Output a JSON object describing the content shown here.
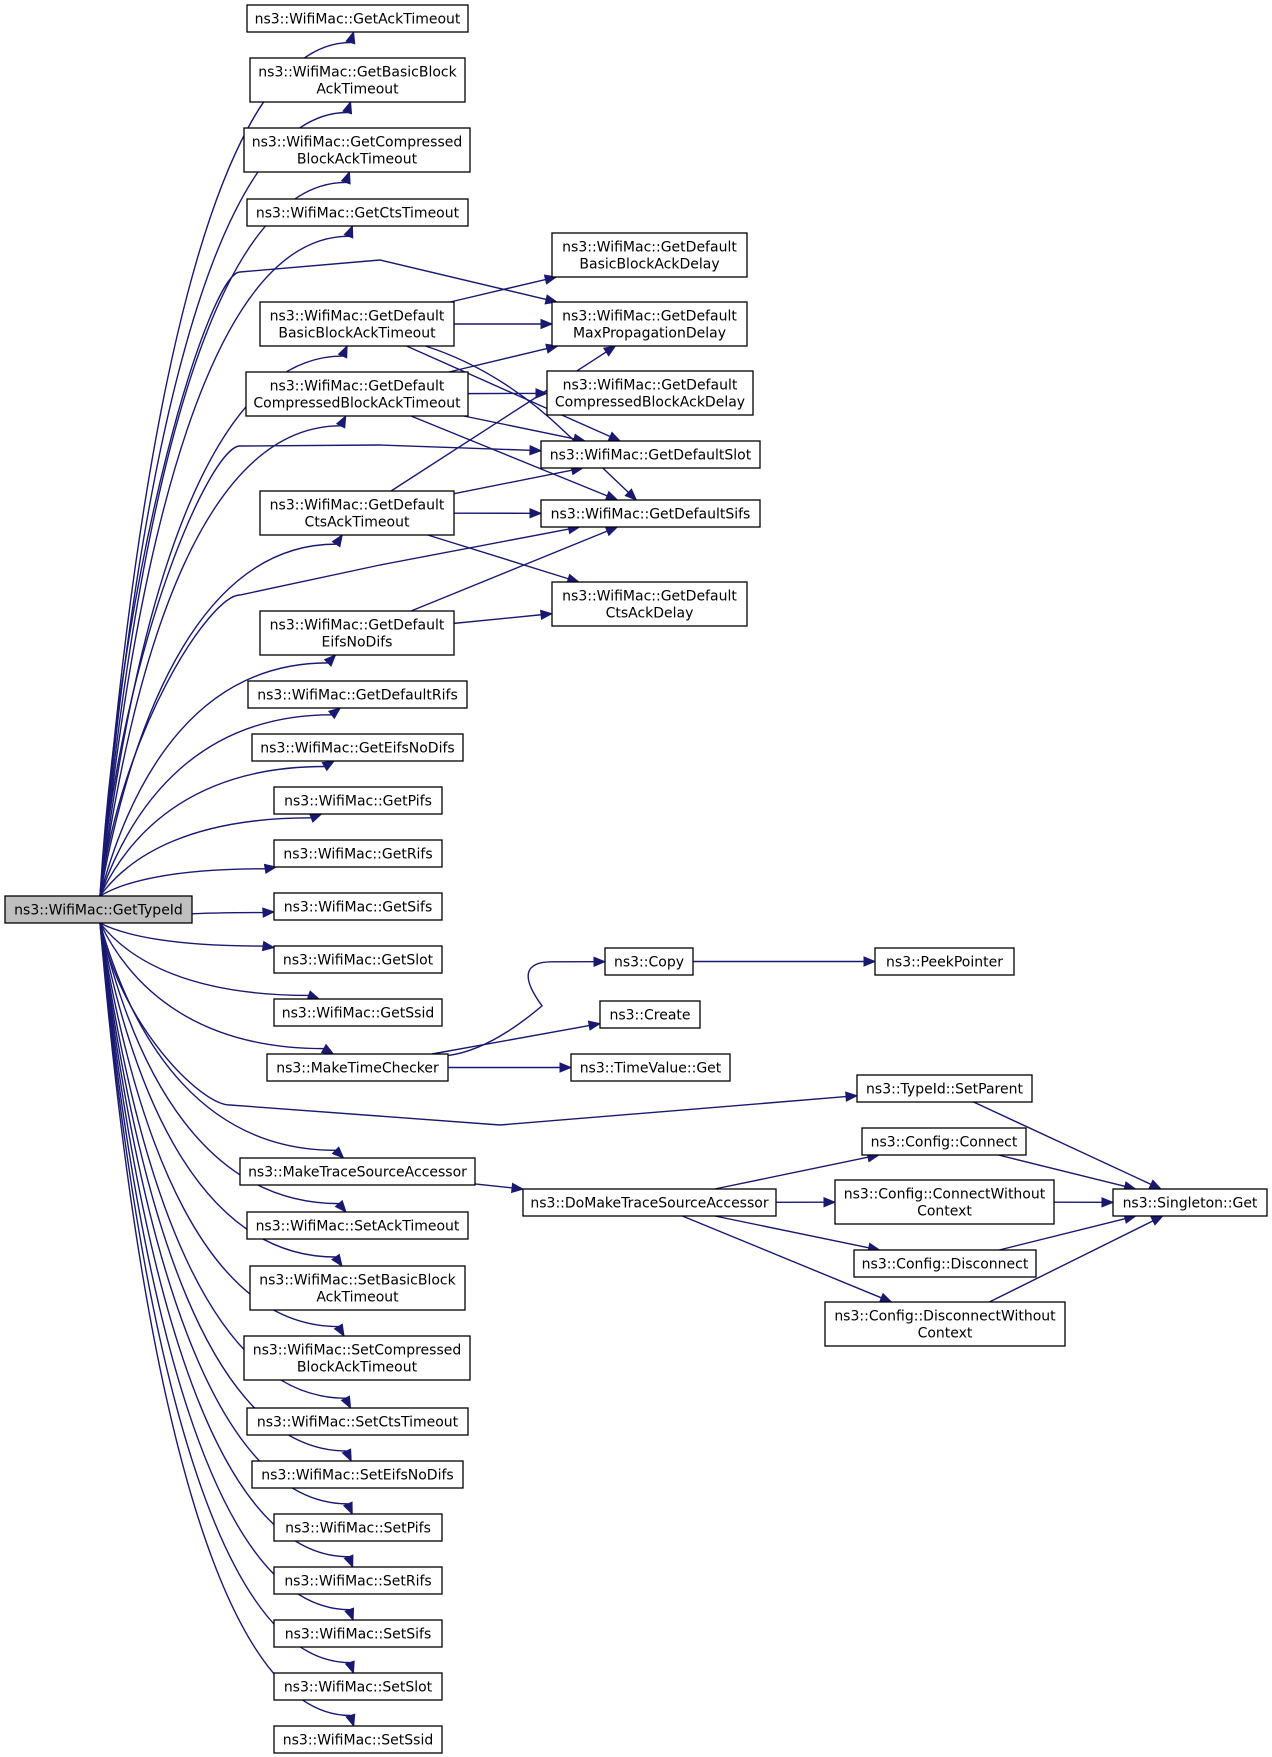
{
  "title": "",
  "nodes": [
    {
      "id": "root",
      "lines": [
        "ns3::WifiMac::GetTypeId"
      ],
      "root": true
    },
    {
      "id": "getAckTimeout",
      "lines": [
        "ns3::WifiMac::GetAckTimeout"
      ]
    },
    {
      "id": "getBasicBlockAckTimeout",
      "lines": [
        "ns3::WifiMac::GetBasicBlock",
        "AckTimeout"
      ]
    },
    {
      "id": "getCompressedBlockAckTimeout",
      "lines": [
        "ns3::WifiMac::GetCompressed",
        "BlockAckTimeout"
      ]
    },
    {
      "id": "getCtsTimeout",
      "lines": [
        "ns3::WifiMac::GetCtsTimeout"
      ]
    },
    {
      "id": "getDefBasicBlockAckTimeout",
      "lines": [
        "ns3::WifiMac::GetDefault",
        "BasicBlockAckTimeout"
      ]
    },
    {
      "id": "getDefCompressedBlockAckTimeout",
      "lines": [
        "ns3::WifiMac::GetDefault",
        "CompressedBlockAckTimeout"
      ]
    },
    {
      "id": "getDefCtsAckTimeout",
      "lines": [
        "ns3::WifiMac::GetDefault",
        "CtsAckTimeout"
      ]
    },
    {
      "id": "getDefEifsNoDifs",
      "lines": [
        "ns3::WifiMac::GetDefault",
        "EifsNoDifs"
      ]
    },
    {
      "id": "getDefBasicBlockAckDelay",
      "lines": [
        "ns3::WifiMac::GetDefault",
        "BasicBlockAckDelay"
      ]
    },
    {
      "id": "getDefMaxPropagationDelay",
      "lines": [
        "ns3::WifiMac::GetDefault",
        "MaxPropagationDelay"
      ]
    },
    {
      "id": "getDefCompressedBlockAckDelay",
      "lines": [
        "ns3::WifiMac::GetDefault",
        "CompressedBlockAckDelay"
      ]
    },
    {
      "id": "getDefSlot",
      "lines": [
        "ns3::WifiMac::GetDefaultSlot"
      ]
    },
    {
      "id": "getDefSifs",
      "lines": [
        "ns3::WifiMac::GetDefaultSifs"
      ]
    },
    {
      "id": "getDefCtsAckDelay",
      "lines": [
        "ns3::WifiMac::GetDefault",
        "CtsAckDelay"
      ]
    },
    {
      "id": "getDefRifs",
      "lines": [
        "ns3::WifiMac::GetDefaultRifs"
      ]
    },
    {
      "id": "getEifsNoDifs",
      "lines": [
        "ns3::WifiMac::GetEifsNoDifs"
      ]
    },
    {
      "id": "getPifs",
      "lines": [
        "ns3::WifiMac::GetPifs"
      ]
    },
    {
      "id": "getRifs",
      "lines": [
        "ns3::WifiMac::GetRifs"
      ]
    },
    {
      "id": "getSifs",
      "lines": [
        "ns3::WifiMac::GetSifs"
      ]
    },
    {
      "id": "getSlot",
      "lines": [
        "ns3::WifiMac::GetSlot"
      ]
    },
    {
      "id": "getSsid",
      "lines": [
        "ns3::WifiMac::GetSsid"
      ]
    },
    {
      "id": "makeTimeChecker",
      "lines": [
        "ns3::MakeTimeChecker"
      ]
    },
    {
      "id": "copy",
      "lines": [
        "ns3::Copy"
      ]
    },
    {
      "id": "peekPointer",
      "lines": [
        "ns3::PeekPointer"
      ]
    },
    {
      "id": "create",
      "lines": [
        "ns3::Create"
      ]
    },
    {
      "id": "timeValueGet",
      "lines": [
        "ns3::TimeValue::Get"
      ]
    },
    {
      "id": "typeIdSetParent",
      "lines": [
        "ns3::TypeId::SetParent"
      ]
    },
    {
      "id": "makeTraceSourceAccessor",
      "lines": [
        "ns3::MakeTraceSourceAccessor"
      ]
    },
    {
      "id": "doMakeTraceSourceAccessor",
      "lines": [
        "ns3::DoMakeTraceSourceAccessor"
      ]
    },
    {
      "id": "configConnect",
      "lines": [
        "ns3::Config::Connect"
      ]
    },
    {
      "id": "configConnectWithoutContext",
      "lines": [
        "ns3::Config::ConnectWithout",
        "Context"
      ]
    },
    {
      "id": "configDisconnect",
      "lines": [
        "ns3::Config::Disconnect"
      ]
    },
    {
      "id": "configDisconnectWithoutContext",
      "lines": [
        "ns3::Config::DisconnectWithout",
        "Context"
      ]
    },
    {
      "id": "singletonGet",
      "lines": [
        "ns3::Singleton::Get"
      ]
    },
    {
      "id": "setAckTimeout",
      "lines": [
        "ns3::WifiMac::SetAckTimeout"
      ]
    },
    {
      "id": "setBasicBlockAckTimeout",
      "lines": [
        "ns3::WifiMac::SetBasicBlock",
        "AckTimeout"
      ]
    },
    {
      "id": "setCompressedBlockAckTimeout",
      "lines": [
        "ns3::WifiMac::SetCompressed",
        "BlockAckTimeout"
      ]
    },
    {
      "id": "setCtsTimeout",
      "lines": [
        "ns3::WifiMac::SetCtsTimeout"
      ]
    },
    {
      "id": "setEifsNoDifs",
      "lines": [
        "ns3::WifiMac::SetEifsNoDifs"
      ]
    },
    {
      "id": "setPifs",
      "lines": [
        "ns3::WifiMac::SetPifs"
      ]
    },
    {
      "id": "setRifs",
      "lines": [
        "ns3::WifiMac::SetRifs"
      ]
    },
    {
      "id": "setSifs",
      "lines": [
        "ns3::WifiMac::SetSifs"
      ]
    },
    {
      "id": "setSlot",
      "lines": [
        "ns3::WifiMac::SetSlot"
      ]
    },
    {
      "id": "setSsid",
      "lines": [
        "ns3::WifiMac::SetSsid"
      ]
    }
  ],
  "edges": [
    [
      "root",
      "getAckTimeout"
    ],
    [
      "root",
      "getBasicBlockAckTimeout"
    ],
    [
      "root",
      "getCompressedBlockAckTimeout"
    ],
    [
      "root",
      "getCtsTimeout"
    ],
    [
      "root",
      "getDefMaxPropagationDelay"
    ],
    [
      "root",
      "getDefBasicBlockAckTimeout"
    ],
    [
      "root",
      "getDefCompressedBlockAckTimeout"
    ],
    [
      "root",
      "getDefSlot"
    ],
    [
      "root",
      "getDefCtsAckTimeout"
    ],
    [
      "root",
      "getDefSifs"
    ],
    [
      "root",
      "getDefEifsNoDifs"
    ],
    [
      "root",
      "getDefRifs"
    ],
    [
      "root",
      "getEifsNoDifs"
    ],
    [
      "root",
      "getPifs"
    ],
    [
      "root",
      "getRifs"
    ],
    [
      "root",
      "getSifs"
    ],
    [
      "root",
      "getSlot"
    ],
    [
      "root",
      "getSsid"
    ],
    [
      "root",
      "makeTimeChecker"
    ],
    [
      "root",
      "typeIdSetParent"
    ],
    [
      "root",
      "makeTraceSourceAccessor"
    ],
    [
      "root",
      "setAckTimeout"
    ],
    [
      "root",
      "setBasicBlockAckTimeout"
    ],
    [
      "root",
      "setCompressedBlockAckTimeout"
    ],
    [
      "root",
      "setCtsTimeout"
    ],
    [
      "root",
      "setEifsNoDifs"
    ],
    [
      "root",
      "setPifs"
    ],
    [
      "root",
      "setRifs"
    ],
    [
      "root",
      "setSifs"
    ],
    [
      "root",
      "setSlot"
    ],
    [
      "root",
      "setSsid"
    ],
    [
      "getDefBasicBlockAckTimeout",
      "getDefBasicBlockAckDelay"
    ],
    [
      "getDefBasicBlockAckTimeout",
      "getDefMaxPropagationDelay"
    ],
    [
      "getDefBasicBlockAckTimeout",
      "getDefSlot"
    ],
    [
      "getDefBasicBlockAckTimeout",
      "getDefSifs"
    ],
    [
      "getDefCompressedBlockAckTimeout",
      "getDefMaxPropagationDelay"
    ],
    [
      "getDefCompressedBlockAckTimeout",
      "getDefCompressedBlockAckDelay"
    ],
    [
      "getDefCompressedBlockAckTimeout",
      "getDefSlot"
    ],
    [
      "getDefCompressedBlockAckTimeout",
      "getDefSifs"
    ],
    [
      "getDefCtsAckTimeout",
      "getDefMaxPropagationDelay"
    ],
    [
      "getDefCtsAckTimeout",
      "getDefSlot"
    ],
    [
      "getDefCtsAckTimeout",
      "getDefSifs"
    ],
    [
      "getDefCtsAckTimeout",
      "getDefCtsAckDelay"
    ],
    [
      "getDefEifsNoDifs",
      "getDefSifs"
    ],
    [
      "getDefEifsNoDifs",
      "getDefCtsAckDelay"
    ],
    [
      "makeTimeChecker",
      "copy"
    ],
    [
      "makeTimeChecker",
      "create"
    ],
    [
      "makeTimeChecker",
      "timeValueGet"
    ],
    [
      "copy",
      "peekPointer"
    ],
    [
      "typeIdSetParent",
      "singletonGet"
    ],
    [
      "makeTraceSourceAccessor",
      "doMakeTraceSourceAccessor"
    ],
    [
      "doMakeTraceSourceAccessor",
      "configConnect"
    ],
    [
      "doMakeTraceSourceAccessor",
      "configConnectWithoutContext"
    ],
    [
      "doMakeTraceSourceAccessor",
      "configDisconnect"
    ],
    [
      "doMakeTraceSourceAccessor",
      "configDisconnectWithoutContext"
    ],
    [
      "configConnect",
      "singletonGet"
    ],
    [
      "configConnectWithoutContext",
      "singletonGet"
    ],
    [
      "configDisconnect",
      "singletonGet"
    ],
    [
      "configDisconnectWithoutContext",
      "singletonGet"
    ]
  ],
  "colors": {
    "edge": "#191970",
    "root_fill": "#bfbfbf",
    "node_fill": "#ffffff",
    "border": "#000000"
  }
}
